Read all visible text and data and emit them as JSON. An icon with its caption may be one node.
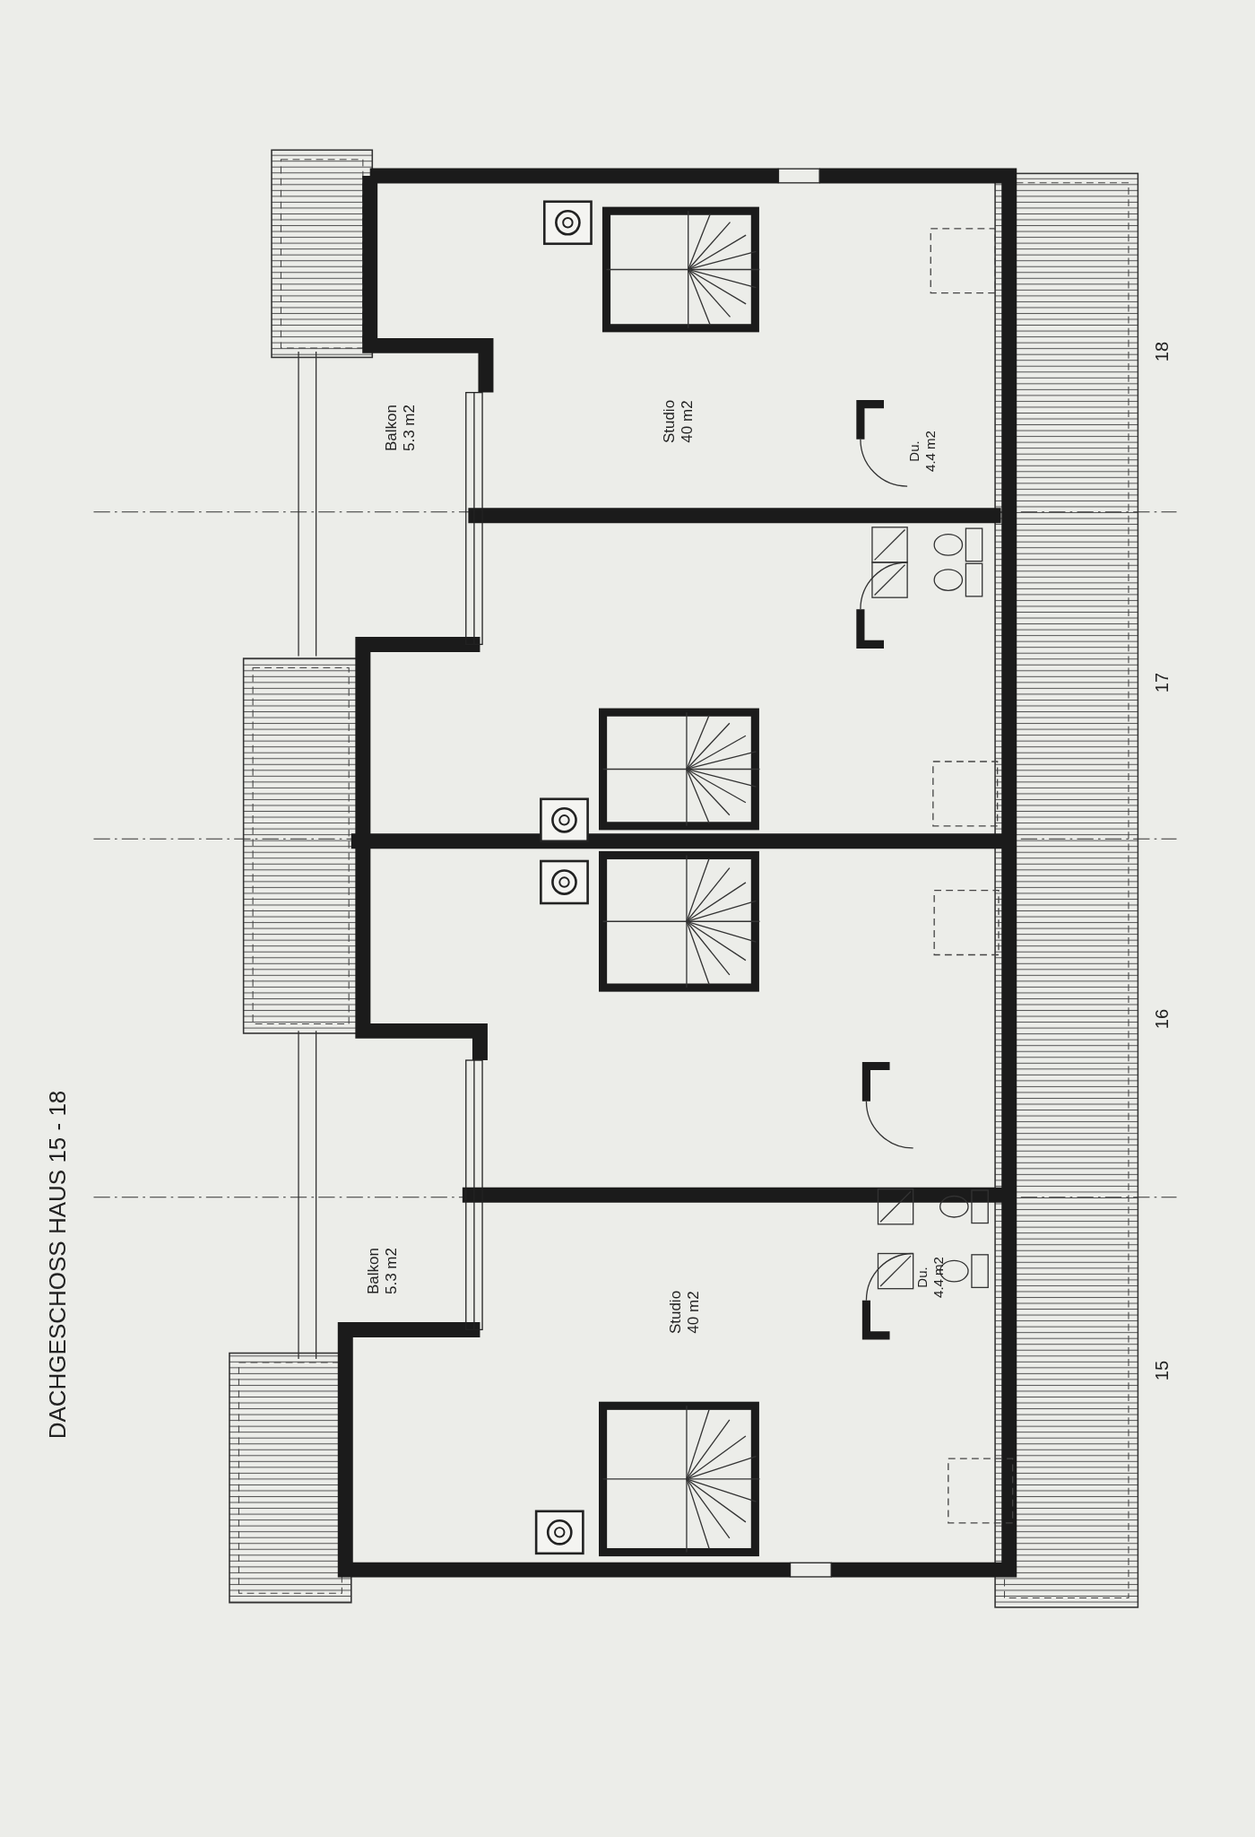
{
  "diagram": {
    "title": "DACHGESCHOSS HAUS 15 - 18",
    "labels": [
      "Balkon 5.3 m2",
      "Studio 40 m2",
      "Du. 4.4 m2",
      "15",
      "16",
      "Balkon 5.3 m2",
      "Studio 40 m2",
      "Du. 4.4 m2",
      "17",
      "18"
    ]
  }
}
